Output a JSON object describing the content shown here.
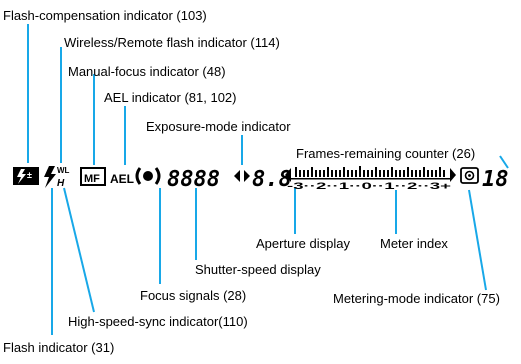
{
  "labels": {
    "flash_compensation": "Flash-compensation indicator (103)",
    "wireless_remote": "Wireless/Remote flash indicator (114)",
    "manual_focus": "Manual-focus indicator (48)",
    "ael": "AEL indicator (81, 102)",
    "exposure_mode": "Exposure-mode indicator",
    "frames_remaining": "Frames-remaining counter (26)",
    "aperture_display": "Aperture display",
    "meter_index": "Meter index",
    "shutter_speed": "Shutter-speed display",
    "focus_signals": "Focus signals (28)",
    "metering_mode": "Metering-mode indicator (75)",
    "high_speed_sync": "High-speed-sync indicator(110)",
    "flash_indicator": "Flash indicator (31)"
  },
  "lcd": {
    "wl_text": "WL",
    "h_text": "H",
    "mf_text": "MF",
    "ael_text": "AEL",
    "shutter_digits": "8888",
    "aperture_digits": "8.8",
    "counter_digits": "18",
    "meter_scale": "-3··2··1··0··1··2··3+"
  },
  "colors": {
    "leader": "#18a8e8",
    "ink": "#000000"
  }
}
